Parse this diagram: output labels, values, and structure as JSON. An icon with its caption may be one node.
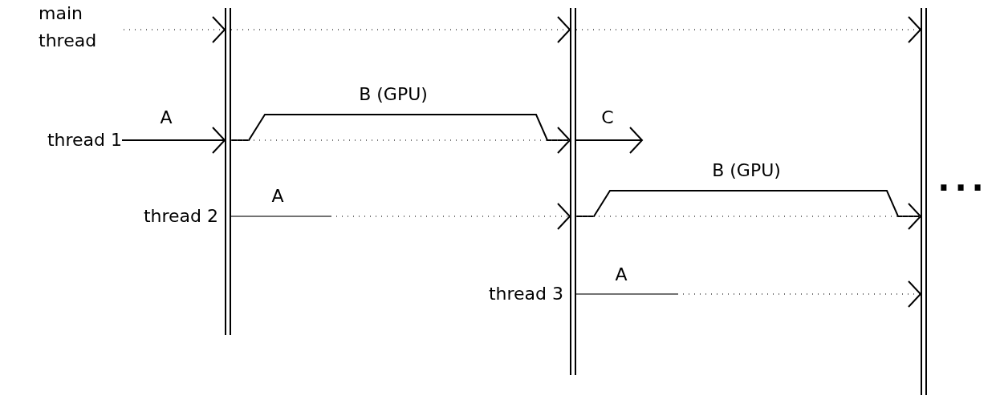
{
  "diagram": {
    "nodes": [
      {
        "text": [
          "main thread"
        ]
      },
      {
        "text": [
          "thread 1"
        ]
      },
      {
        "text": [],
        "shape": "bar"
      },
      {
        "text": [],
        "shape": "bar"
      },
      {
        "text": [],
        "shape": "bar"
      }
    ],
    "edges": [
      {
        "from": 0,
        "to": 2,
        "arrow": "to",
        "style": "dashed"
      },
      {
        "from": 2,
        "to": 3,
        "arrow": "to",
        "style": "dashed"
      },
      {
        "from": 3,
        "to": 4,
        "arrow": "to",
        "style": "dashed"
      },
      {
        "from": 1,
        "to": 2,
        "arrow": "to",
        "label": "A"
      },
      {
        "from": 2,
        "to": 3,
        "arrow": "to",
        "label": "B (GPU)"
      },
      {
        "from": 2,
        "to": 3,
        "arrow": "none",
        "style": "dashed"
      },
      {
        "from": 3,
        "to": null,
        "arrow": "to",
        "label": "C"
      },
      {
        "from": 2,
        "to": 3,
        "arrow": "to",
        "label": "A",
        "style": "dashed"
      },
      {
        "from": 3,
        "to": 4,
        "arrow": "to",
        "label": "B (GPU)"
      },
      {
        "from": 3,
        "to": 4,
        "arrow": "none",
        "style": "dashed"
      },
      {
        "from": 3,
        "to": 4,
        "arrow": "to",
        "label": "A",
        "style": "dashed"
      }
    ],
    "labels": [
      "thread 2",
      "thread 3",
      "..."
    ]
  }
}
